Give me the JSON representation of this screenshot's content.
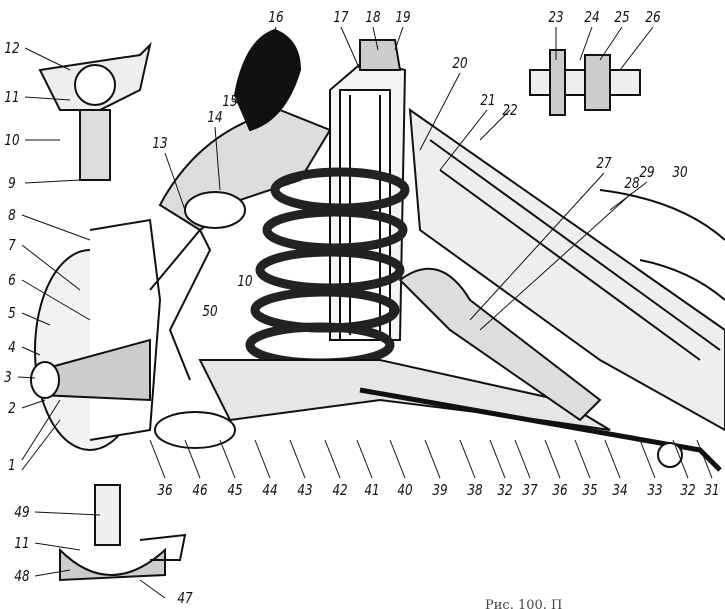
{
  "caption": "Рис. 100. П",
  "labels": {
    "top_inset": [
      "12",
      "11",
      "10",
      "9"
    ],
    "left": [
      "8",
      "7",
      "6",
      "5",
      "4",
      "3",
      "2",
      "1"
    ],
    "top": [
      "16",
      "15",
      "14",
      "13",
      "17",
      "18",
      "19",
      "20",
      "21",
      "22",
      "23",
      "24",
      "25",
      "26",
      "27",
      "28",
      "29",
      "30",
      "10",
      "50"
    ],
    "bottom": [
      "36",
      "46",
      "45",
      "44",
      "43",
      "42",
      "41",
      "40",
      "39",
      "38",
      "32",
      "37",
      "36",
      "35",
      "34",
      "33",
      "32",
      "31"
    ],
    "bottom_inset": [
      "49",
      "11",
      "48",
      "47"
    ]
  }
}
